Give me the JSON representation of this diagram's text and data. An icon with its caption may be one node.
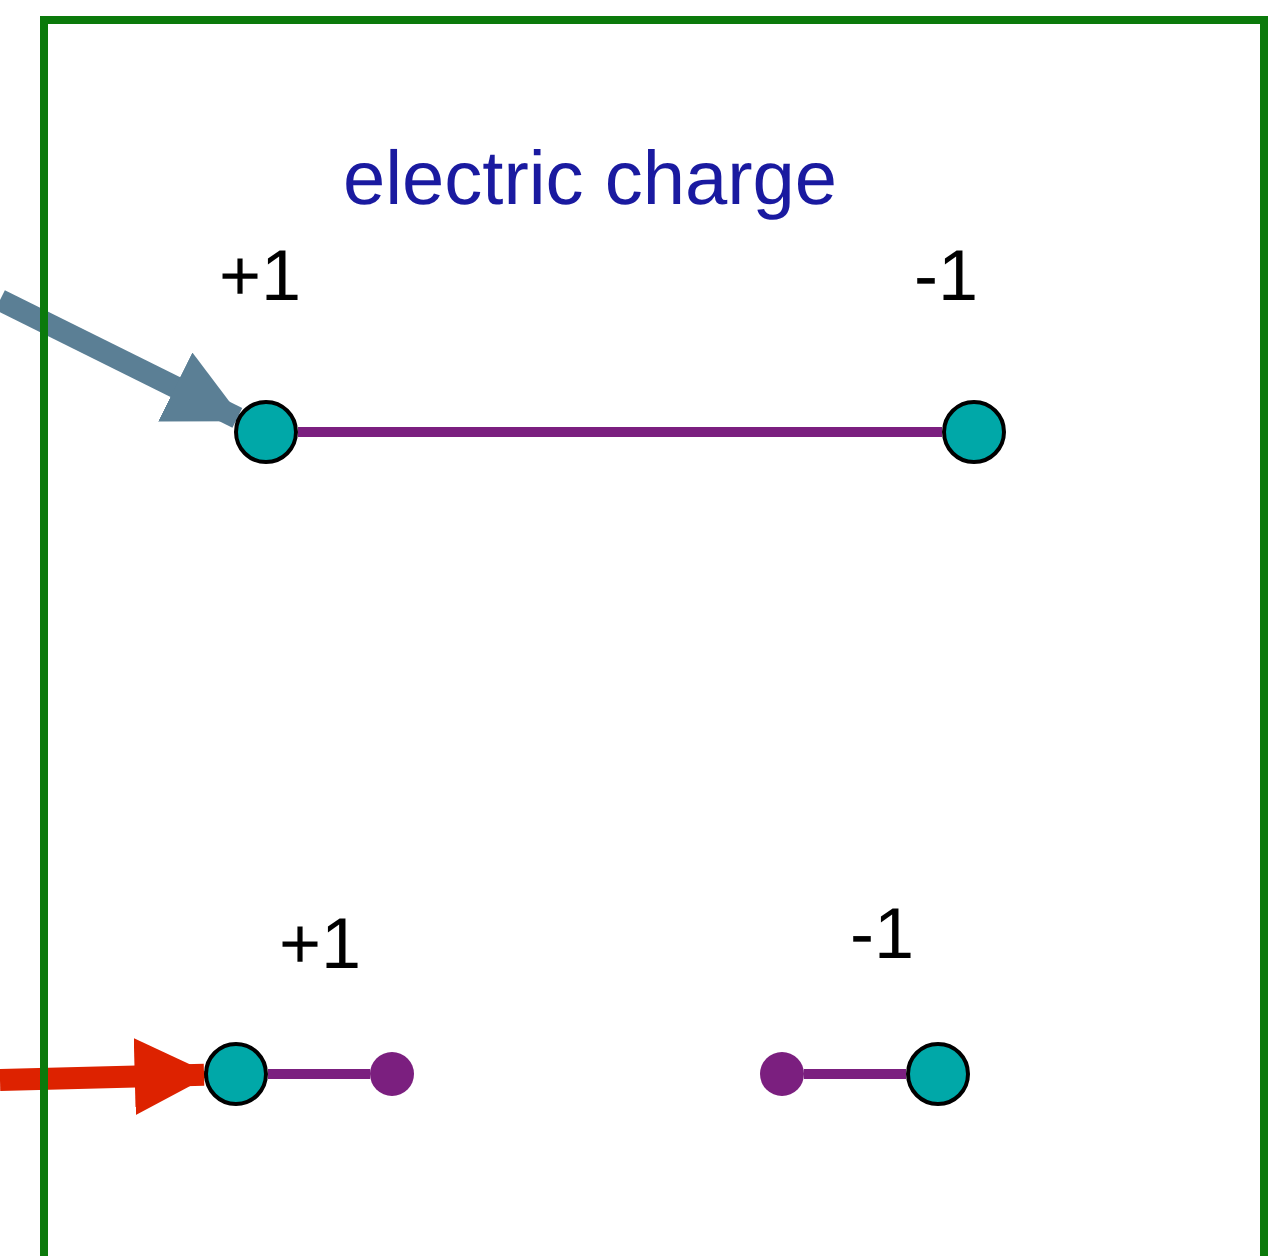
{
  "diagram": {
    "title": "electric charge",
    "nodes": [
      {
        "text": [],
        "shape": "box"
      },
      {
        "text": [],
        "shape": "circle",
        "beside": [
          "+1"
        ],
        "in": 0
      },
      {
        "text": [],
        "shape": "circle",
        "beside": [
          "-1"
        ],
        "in": 0
      },
      {
        "text": [],
        "shape": "circle",
        "beside": [
          "+1"
        ],
        "in": 0
      },
      {
        "text": [],
        "shape": "circle",
        "in": 0
      },
      {
        "text": [],
        "shape": "circle",
        "in": 0
      },
      {
        "text": [],
        "shape": "circle",
        "beside": [
          "-1"
        ],
        "in": 0
      }
    ],
    "edges": [
      {
        "from": 1,
        "to": 2,
        "arrow": "none"
      },
      {
        "from": 3,
        "to": 4,
        "arrow": "none"
      },
      {
        "from": 5,
        "to": 6,
        "arrow": "none"
      },
      {
        "from": null,
        "to": 1,
        "arrow": "to",
        "style": "thick",
        "color": "#5b7f95"
      },
      {
        "from": null,
        "to": 3,
        "arrow": "to",
        "style": "thick",
        "color": "#dd2200"
      }
    ]
  }
}
